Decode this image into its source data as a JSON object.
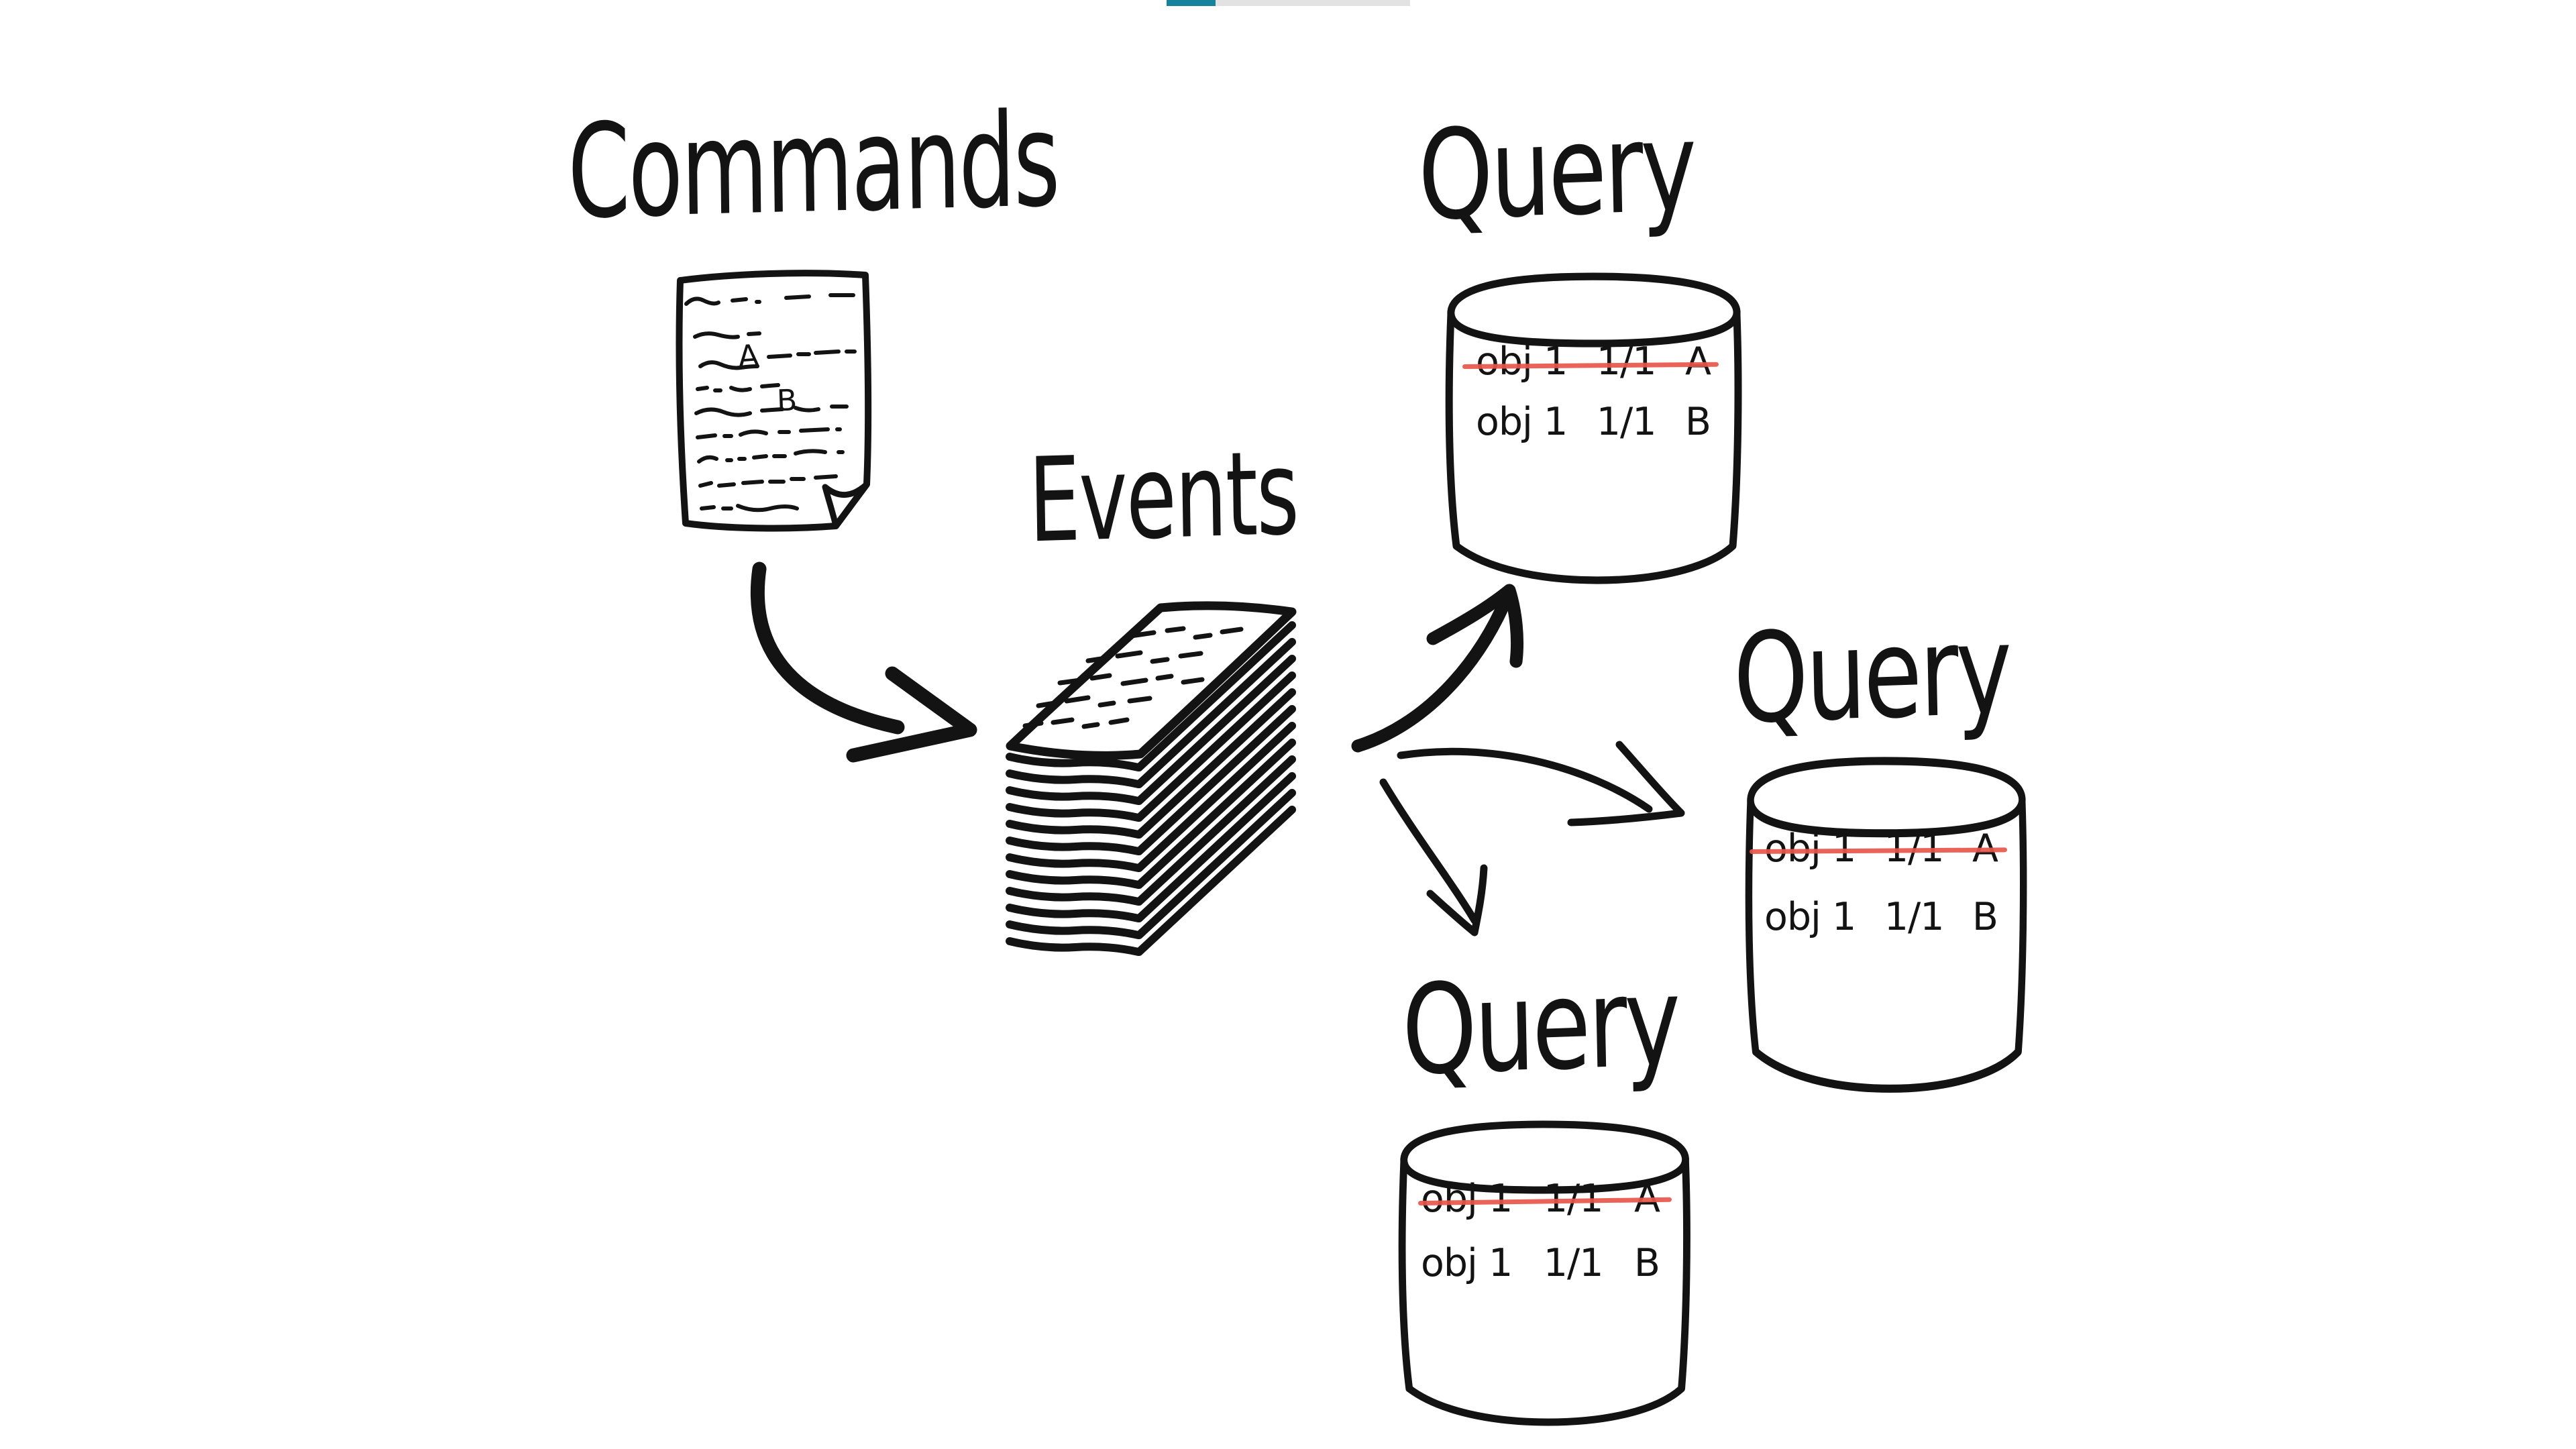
{
  "app": {
    "background": "#ffffff"
  },
  "progress_bar": {
    "percent_complete": 20,
    "fill_color": "#17829c",
    "track_color": "#e2e2e2"
  },
  "labels": {
    "commands": "Commands",
    "events": "Events",
    "query_top": "Query",
    "query_right": "Query",
    "query_bottom": "Query"
  },
  "command_document": {
    "marker_a": "A",
    "marker_b": "B"
  },
  "databases": {
    "top": {
      "rows": [
        {
          "obj": "obj 1",
          "version": "1/1",
          "value": "A",
          "struck": true
        },
        {
          "obj": "obj 1",
          "version": "1/1",
          "value": "B",
          "struck": false
        }
      ]
    },
    "right": {
      "rows": [
        {
          "obj": "obj 1",
          "version": "1/1",
          "value": "A",
          "struck": true
        },
        {
          "obj": "obj 1",
          "version": "1/1",
          "value": "B",
          "struck": false
        }
      ]
    },
    "bottom": {
      "rows": [
        {
          "obj": "obj 1",
          "version": "1/1",
          "value": "A",
          "struck": true
        },
        {
          "obj": "obj 1",
          "version": "1/1",
          "value": "B",
          "struck": false
        }
      ]
    }
  },
  "icons": {
    "commands_document": "hand-drawn page with scribbled text and folded corner",
    "events_stack": "hand-drawn stack of event sheets",
    "database_cylinder": "hand-drawn database cylinder (3 instances)",
    "arrows": "hand-drawn arrows: commands→events, events→each query store"
  },
  "colors": {
    "ink": "#131313",
    "strikethrough": "#e8564b"
  }
}
